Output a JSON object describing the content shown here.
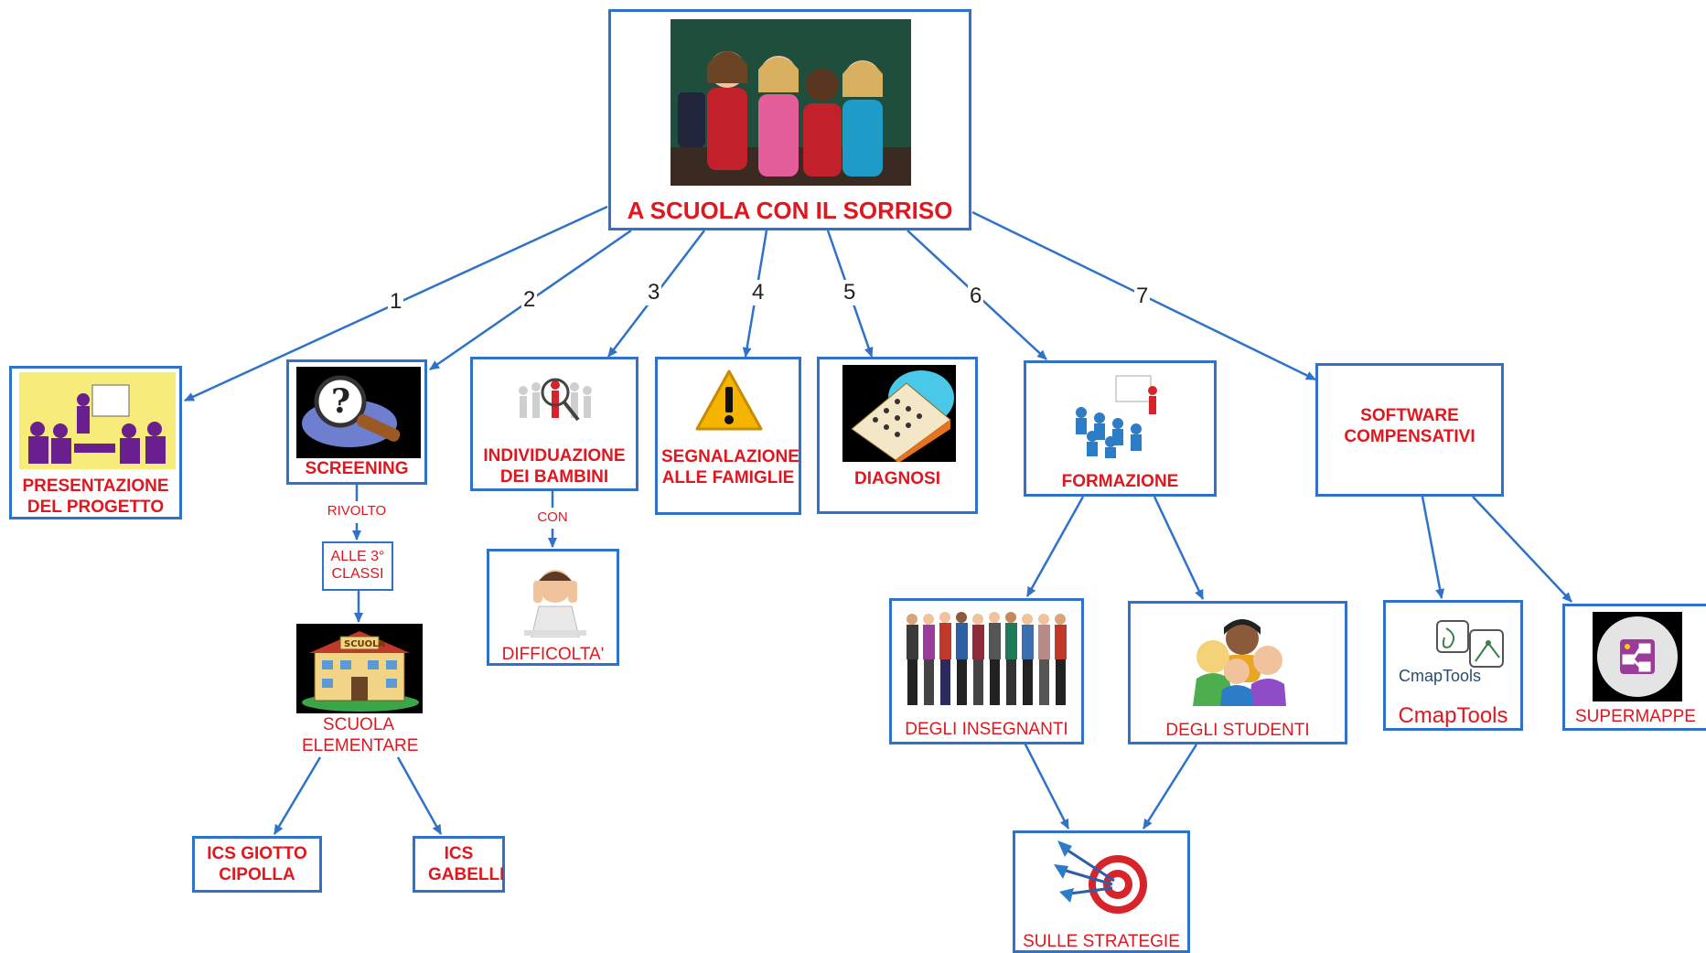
{
  "root": {
    "title": "A SCUOLA CON IL SORRISO"
  },
  "link_numbers": [
    "1",
    "2",
    "3",
    "4",
    "5",
    "6",
    "7"
  ],
  "nodes": {
    "presentazione": "PRESENTAZIONE DEL PROGETTO",
    "screening": "SCREENING",
    "individuazione": "INDIVIDUAZIONE DEI BAMBINI",
    "segnalazione": "SEGNALAZIONE ALLE FAMIGLIE",
    "diagnosi": "DIAGNOSI",
    "formazione": "FORMAZIONE",
    "software": "SOFTWARE COMPENSATIVI",
    "alle_classi": "ALLE 3° CLASSI",
    "scuola_elementare": "SCUOLA ELEMENTARE",
    "ics_giotto": "ICS GIOTTO CIPOLLA",
    "ics_gabelli": "ICS GABELLI",
    "difficolta": "DIFFICOLTA'",
    "insegnanti": "DEGLI INSEGNANTI",
    "studenti": "DEGLI STUDENTI",
    "strategie": "SULLE STRATEGIE",
    "cmaptools": "CmapTools",
    "supermappe": "SUPERMAPPE"
  },
  "link_phrases": {
    "rivolto": "RIVOLTO",
    "con": "CON"
  },
  "images": {
    "cmap_logo_text": "CmapTools",
    "school_sign": "SCUOLA"
  },
  "colors": {
    "border": "#2f72c8",
    "text": "#e0171f",
    "arrow": "#2f72c8"
  }
}
